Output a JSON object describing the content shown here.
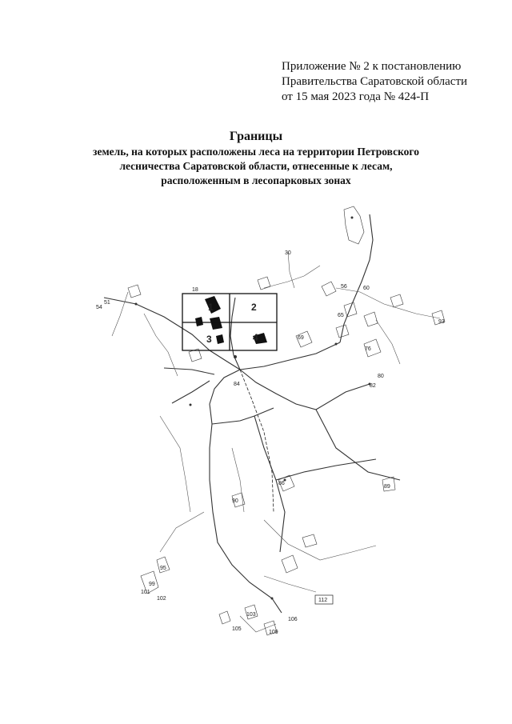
{
  "header": {
    "annex_lines": [
      "Приложение № 2 к постановлению",
      "Правительства Саратовской области",
      "от 15 мая 2023 года № 424-П"
    ]
  },
  "title": {
    "heading": "Границы",
    "lines": [
      "земель, на которых расположены леса на территории Петровского",
      "лесничества Саратовской области,  отнесенные к лесам,",
      "расположенным в лесопарковых зонах"
    ]
  },
  "map": {
    "grid_labels": [
      "1",
      "2",
      "3",
      "4"
    ],
    "plot_numbers": [
      "18",
      "30",
      "51",
      "54",
      "56",
      "60",
      "65",
      "69",
      "76",
      "80",
      "82",
      "84",
      "86",
      "89",
      "90",
      "93",
      "95",
      "99",
      "101",
      "102",
      "103",
      "105",
      "106",
      "109",
      "112"
    ]
  }
}
